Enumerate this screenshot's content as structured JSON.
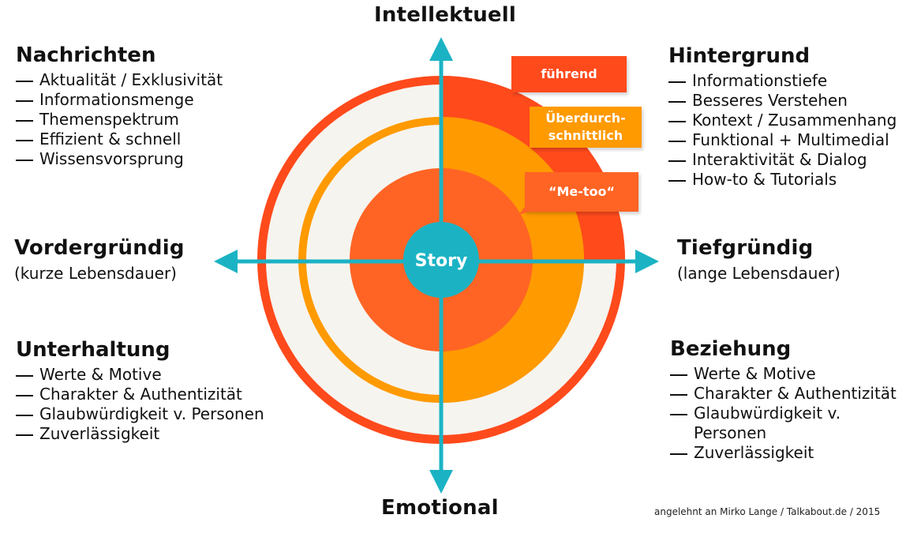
{
  "colors": {
    "outer_ring": "#FF4A1C",
    "middle_ring": "#FF9A00",
    "inner_disc": "#FF6424",
    "highlight_outer": "#FF4A1C",
    "highlight_middle": "#FF9A00",
    "story": "#1BB3C4",
    "arrows": "#1BB3C4",
    "background_ring": "#F6F4EF"
  },
  "center": {
    "label": "Story"
  },
  "axes": {
    "top": "Intellektuell",
    "bottom": "Emotional",
    "left": "Vordergründig",
    "left_sub": "(kurze Lebensdauer)",
    "right": "Tiefgründig",
    "right_sub": "(lange Lebensdauer)"
  },
  "tags": {
    "leading": "führend",
    "above_average_line1": "Überdurch-",
    "above_average_line2": "schnittlich",
    "me_too": "“Me-too“"
  },
  "quadrants": {
    "top_left": {
      "title": "Nachrichten",
      "items": [
        "Aktualität / Exklusivität",
        "Informationsmenge",
        "Themenspektrum",
        "Effizient & schnell",
        "Wissensvorsprung"
      ]
    },
    "top_right": {
      "title": "Hintergrund",
      "items": [
        "Informationstiefe",
        "Besseres Verstehen",
        "Kontext / Zusammenhang",
        "Funktional + Multimedial",
        "Interaktivität & Dialog",
        "How-to & Tutorials"
      ]
    },
    "bottom_left": {
      "title": "Unterhaltung",
      "items": [
        "Werte & Motive",
        "Charakter & Authentizität",
        "Glaubwürdigkeit v. Personen",
        "Zuverlässigkeit"
      ]
    },
    "bottom_right": {
      "title": "Beziehung",
      "items": [
        "Werte & Motive",
        "Charakter & Authentizität",
        "Glaubwürdigkeit v. Personen",
        "Zuverlässigkeit"
      ]
    }
  },
  "credit": "angelehnt an Mirko Lange / Talkabout.de / 2015"
}
